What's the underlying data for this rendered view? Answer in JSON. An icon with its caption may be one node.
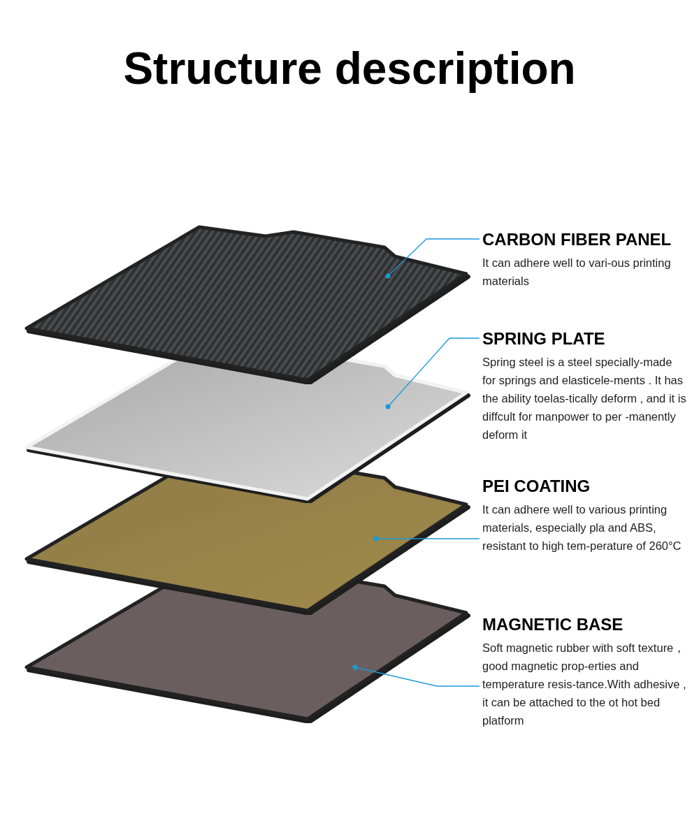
{
  "diagram": {
    "title": "Structure description",
    "nodes": [
      {
        "text": [],
        "shape": "picture"
      },
      {
        "text": [],
        "shape": "picture"
      },
      {
        "text": [],
        "shape": "picture"
      },
      {
        "text": [],
        "shape": "picture"
      },
      {
        "text": [
          "CARBON FIBER PANEL",
          "It can adhere well to vari-ous printing materials"
        ]
      },
      {
        "text": [
          "SPRING PLATE",
          "Spring steel is a steel specially-made for springs and elasticele-ments . It has the ability toelas-tically deform , and it is diffcult for manpower to per -manently deform it"
        ]
      },
      {
        "text": [
          "PEI COATING",
          "It can adhere well to various printing materials, especially pla and ABS, resistant to high tem-perature of 260°C"
        ]
      },
      {
        "text": [
          "MAGNETIC BASE",
          "Soft magnetic rubber with soft texture， good magnetic prop-erties and temperature resis-tance.With adhesive , it can be attached to the ot hot bed platform"
        ]
      }
    ],
    "edges": [
      {
        "from": 4,
        "to": 0,
        "arrow": "other"
      },
      {
        "from": 5,
        "to": 1,
        "arrow": "other"
      },
      {
        "from": 6,
        "to": 2,
        "arrow": "other"
      },
      {
        "from": 7,
        "to": 3,
        "arrow": "other"
      }
    ]
  }
}
